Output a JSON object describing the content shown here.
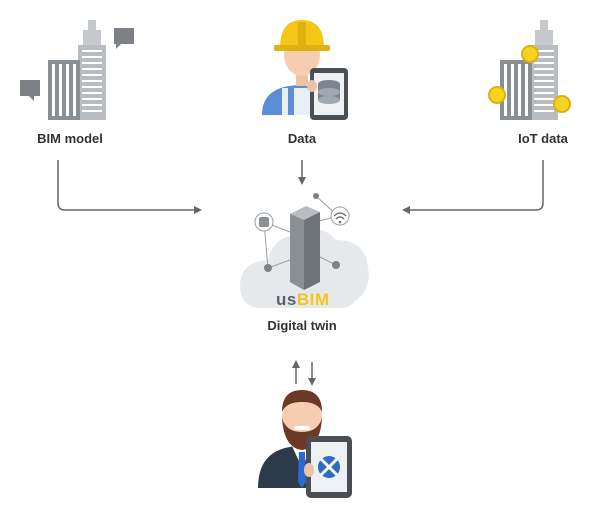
{
  "nodes": {
    "bim_model": {
      "label": "BIM model"
    },
    "data": {
      "label": "Data"
    },
    "iot_data": {
      "label": "IoT data"
    },
    "digital_twin": {
      "label": "Digital twin"
    }
  },
  "brand": {
    "prefix": "us",
    "suffix": "BIM"
  },
  "colors": {
    "arrow": "#666666",
    "cloud": "#e6e9ec",
    "tower_dark": "#8a8f94",
    "tower_light": "#b9bdc1",
    "helmet": "#f5c518",
    "coin": "#f5d31f",
    "suit": "#2d3a4a",
    "beard": "#6b3a26",
    "bubble": "#7d8084"
  }
}
